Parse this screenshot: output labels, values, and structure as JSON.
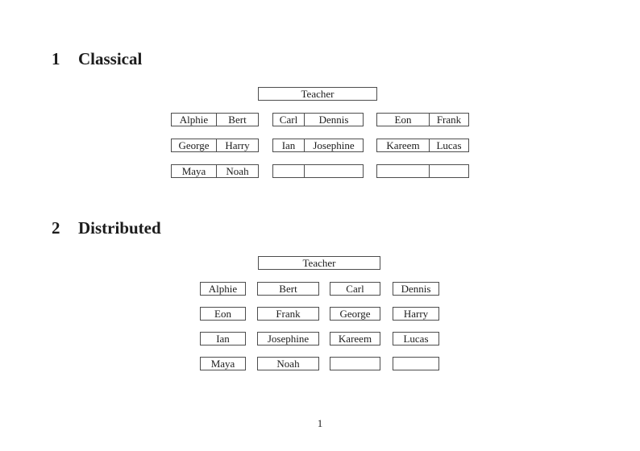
{
  "page_number": "1",
  "colors": {
    "text": "#1c1c1c",
    "border": "#4d4d4d"
  },
  "classical": {
    "heading_number": "1",
    "heading_title": "Classical",
    "teacher_label": "Teacher",
    "desk_rows": [
      [
        [
          "Alphie",
          "Bert"
        ],
        [
          "Carl",
          "Dennis"
        ],
        [
          "Eon",
          "Frank"
        ]
      ],
      [
        [
          "George",
          "Harry"
        ],
        [
          "Ian",
          "Josephine"
        ],
        [
          "Kareem",
          "Lucas"
        ]
      ],
      [
        [
          "Maya",
          "Noah"
        ],
        [
          "",
          ""
        ],
        [
          "",
          ""
        ]
      ]
    ]
  },
  "distributed": {
    "heading_number": "2",
    "heading_title": "Distributed",
    "teacher_label": "Teacher",
    "desk_rows": [
      [
        "Alphie",
        "Bert",
        "Carl",
        "Dennis"
      ],
      [
        "Eon",
        "Frank",
        "George",
        "Harry"
      ],
      [
        "Ian",
        "Josephine",
        "Kareem",
        "Lucas"
      ],
      [
        "Maya",
        "Noah",
        "",
        ""
      ]
    ]
  }
}
